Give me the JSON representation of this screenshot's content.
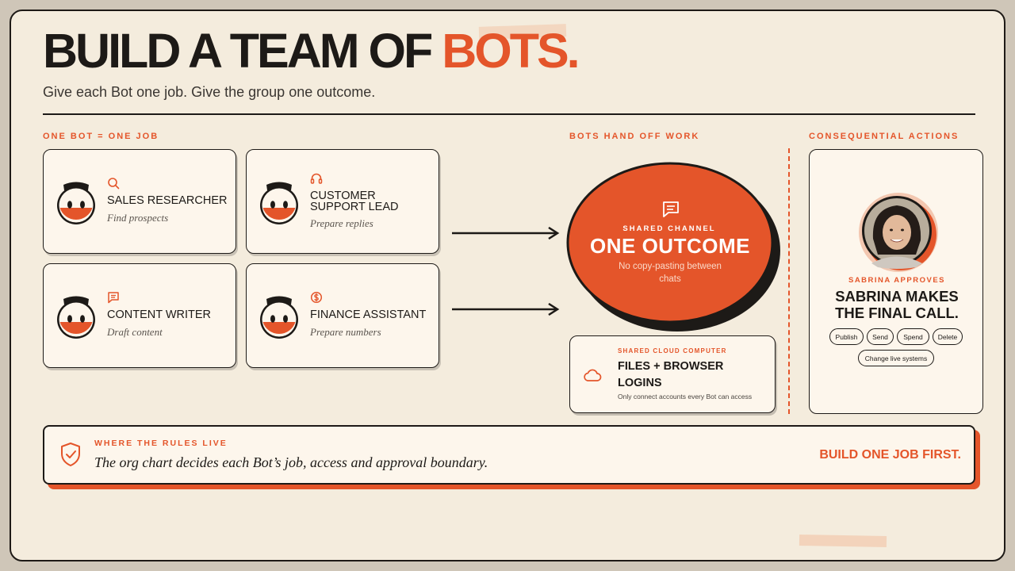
{
  "header": {
    "title_main": "BUILD A TEAM OF ",
    "title_accent": "BOTS.",
    "subtitle": "Give each Bot one job. Give the group one outcome."
  },
  "sections": {
    "left": "ONE BOT = ONE JOB",
    "middle": "BOTS HAND OFF WORK",
    "right": "CONSEQUENTIAL ACTIONS"
  },
  "bots": [
    {
      "icon": "search-icon",
      "name_lines": [
        "SALES RESEARCHER"
      ],
      "task": "Find prospects"
    },
    {
      "icon": "headset-icon",
      "name_lines": [
        "CUSTOMER",
        "SUPPORT LEAD"
      ],
      "task": "Prepare replies"
    },
    {
      "icon": "document-icon",
      "name_lines": [
        "CONTENT WRITER"
      ],
      "task": "Draft content"
    },
    {
      "icon": "dollar-icon",
      "name_lines": [
        "FINANCE ASSISTANT"
      ],
      "task": "Prepare numbers"
    }
  ],
  "channel": {
    "icon": "chat-icon",
    "kicker": "SHARED CHANNEL",
    "title": "ONE OUTCOME",
    "note_lines": [
      "No copy-pasting between",
      "chats"
    ]
  },
  "cloud": {
    "icon": "cloud-icon",
    "kicker": "SHARED CLOUD COMPUTER",
    "title_lines": [
      "FILES + BROWSER",
      "LOGINS"
    ],
    "note": "Only connect accounts every Bot can access"
  },
  "approver": {
    "kicker": "SABRINA APPROVES",
    "title_lines": [
      "SABRINA MAKES",
      "THE FINAL CALL."
    ],
    "actions": [
      "Publish",
      "Send",
      "Spend",
      "Delete",
      "Change live systems"
    ]
  },
  "rules": {
    "icon": "shield-check-icon",
    "kicker": "WHERE THE RULES LIVE",
    "text": "The org chart decides each Bot’s job, access and approval boundary.",
    "cta": "BUILD ONE JOB FIRST."
  },
  "colors": {
    "accent": "#e4552a",
    "ink": "#1d1a17",
    "paper": "#f4ecdd",
    "card": "#fdf6ec"
  }
}
